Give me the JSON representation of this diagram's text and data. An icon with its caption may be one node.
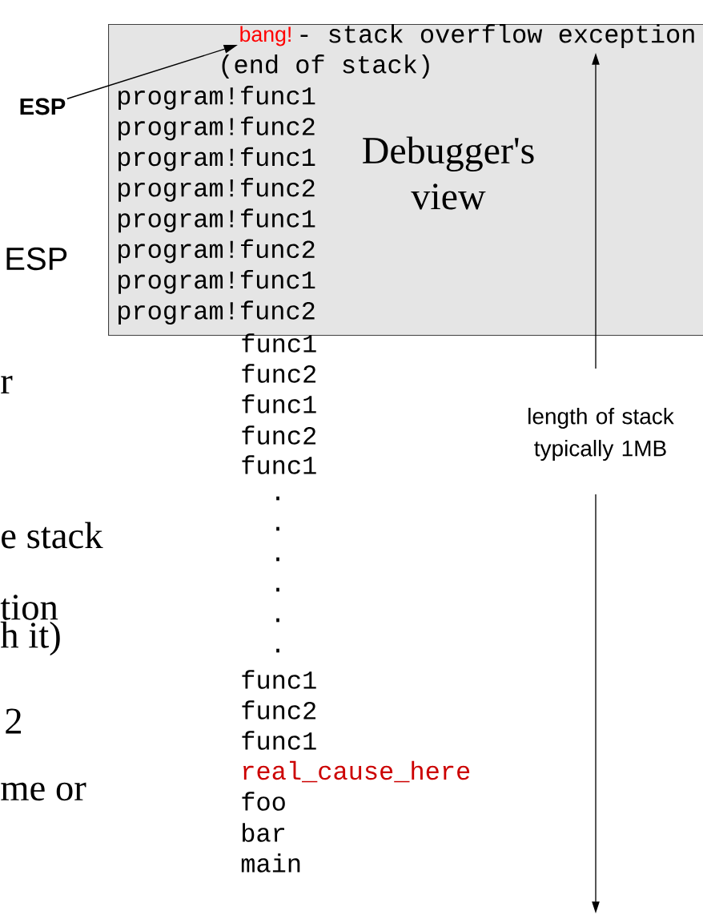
{
  "diagram": {
    "nodes": [
      {
        "text": [
          "- stack overflow exception",
          "(end of stack)",
          "program!func1",
          "program!func2",
          "program!func1",
          "program!func2",
          "program!func1",
          "program!func2",
          "program!func1",
          "program!func2",
          "Debugger's view"
        ]
      },
      {
        "text": [
          "ESP"
        ]
      },
      {
        "text": [
          "bang!"
        ],
        "in": 0
      }
    ],
    "edges": [
      {
        "from": 1,
        "to": 2,
        "arrow": "to"
      }
    ],
    "labels": [
      "ESP",
      "func1",
      "func2",
      "r",
      "func1",
      "length of stack typically 1MB",
      "func2",
      "func1",
      ".",
      ".",
      "e stack",
      ".",
      ".",
      "tion",
      ".",
      "h it)",
      ".",
      "func1",
      "func2",
      "2",
      "func1",
      "real_cause_here",
      "me or",
      "foo",
      "bar",
      "main"
    ]
  }
}
